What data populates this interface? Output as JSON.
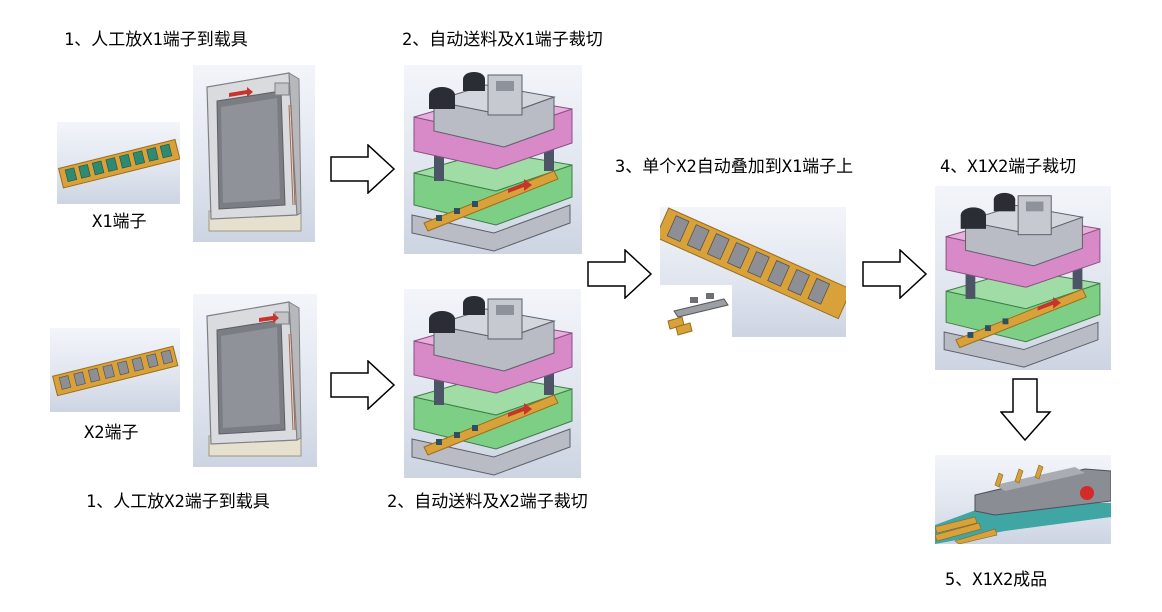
{
  "steps": {
    "s1_x1": "1、人工放X1端子到载具",
    "s2_x1": "2、自动送料及X1端子裁切",
    "s3": "3、单个X2自动叠加到X1端子上",
    "s4": "4、X1X2端子裁切",
    "s1_x2": "1、人工放X2端子到载具",
    "s2_x2": "2、自动送料及X2端子裁切",
    "s5": "5、X1X2成品"
  },
  "parts": {
    "x1": "X1端子",
    "x2": "X2端子"
  },
  "colors": {
    "terminal_gold": "#d8a13a",
    "mold_pink": "#d889c8",
    "mold_green": "#7ecf86",
    "mold_grey": "#b9bcc4",
    "carrier_grey": "#d9dbde",
    "carrier_red_arrow": "#c8342a",
    "product_teal": "#3fa6a4",
    "product_red_dot": "#d42a2a"
  },
  "icons": [
    "right-arrow-icon",
    "down-arrow-icon"
  ]
}
